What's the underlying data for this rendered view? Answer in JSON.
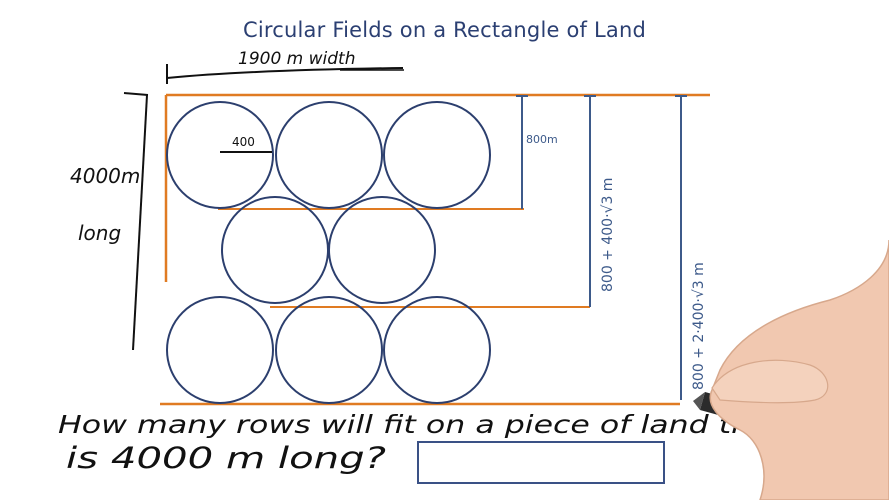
{
  "title": "Circular Fields on a Rectangle of Land",
  "labels": {
    "width": "1900 m  width",
    "length_value": "4000m",
    "length_word": "long",
    "radius": "400",
    "dim1": "800m",
    "dim2": "800 + 400·√3 m",
    "dim3": "800 + 2·400·√3 m"
  },
  "question": {
    "line1": "How many rows will fit on a piece of land that",
    "line2": "is 4000 m long?"
  },
  "answer": {
    "value": ""
  },
  "colors": {
    "circle": "#2c3f6e",
    "land": "#e07b22",
    "dimension": "#3d5a8a",
    "ink": "#111111"
  },
  "rows": [
    3,
    2,
    3
  ]
}
